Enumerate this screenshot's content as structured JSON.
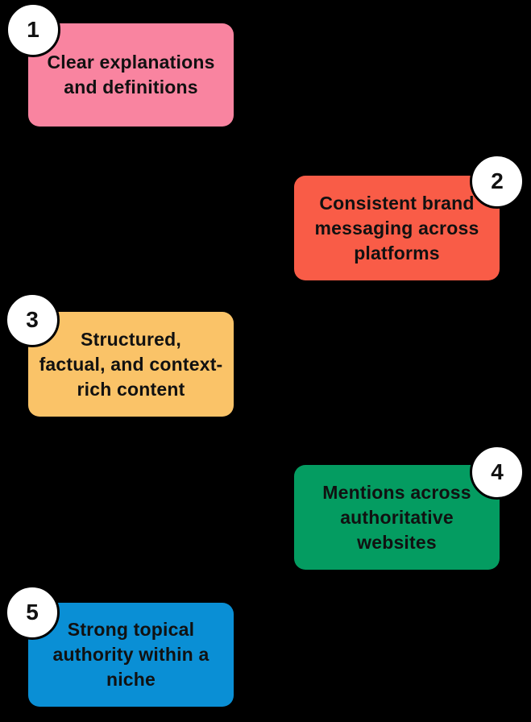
{
  "canvas": {
    "background_color": "#000000",
    "text_color": "#111111"
  },
  "badge_style": {
    "background_color": "#FFFFFF",
    "border_color": "#000000",
    "number_color": "#111111"
  },
  "items": [
    {
      "number": "1",
      "label": "Clear explanations and definitions",
      "lines": [
        "Clear explanations",
        "and definitions"
      ],
      "color": "#F984A0",
      "badge_side": "left"
    },
    {
      "number": "2",
      "label": "Consistent brand messaging across platforms",
      "lines": [
        "Consistent brand",
        "messaging across",
        "platforms"
      ],
      "color": "#F95C47",
      "badge_side": "right"
    },
    {
      "number": "3",
      "label": "Structured, factual, and context-rich content",
      "lines": [
        "Structured,",
        "factual, and context-",
        "rich content"
      ],
      "color": "#FAC368",
      "badge_side": "left"
    },
    {
      "number": "4",
      "label": "Mentions across authoritative websites",
      "lines": [
        "Mentions across",
        "authoritative",
        "websites"
      ],
      "color": "#049C61",
      "badge_side": "right"
    },
    {
      "number": "5",
      "label": "Strong topical authority within a niche",
      "lines": [
        "Strong topical",
        "authority within a",
        "niche"
      ],
      "color": "#0A8FD5",
      "badge_side": "left"
    }
  ]
}
